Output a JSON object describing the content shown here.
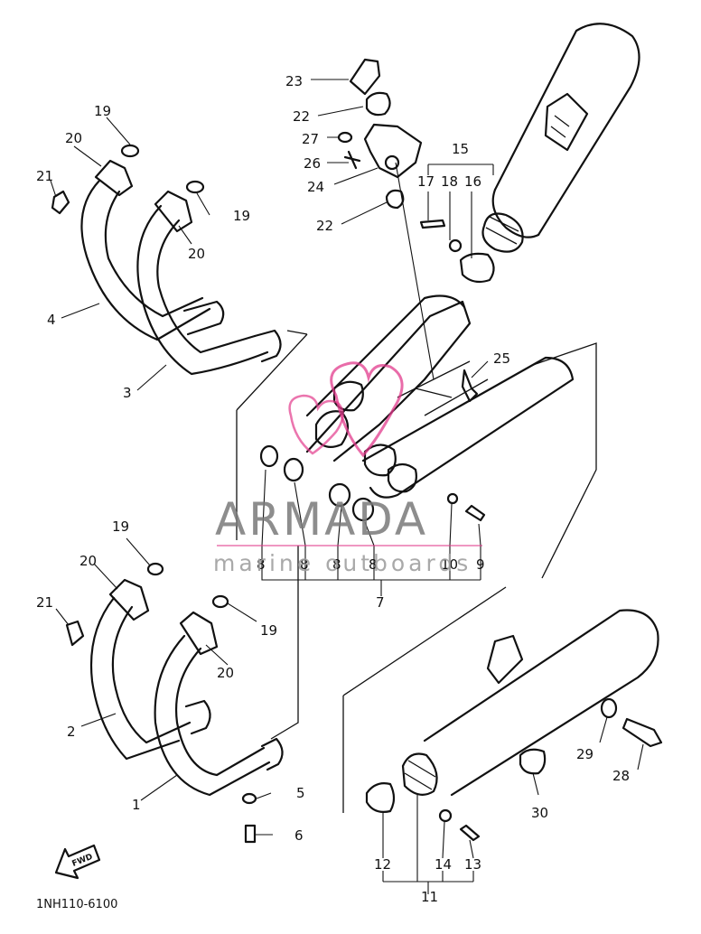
{
  "diagram": {
    "callouts": {
      "c23": "23",
      "c22a": "22",
      "c27": "27",
      "c26": "26",
      "c24": "24",
      "c22b": "22",
      "c15": "15",
      "c17": "17",
      "c18": "18",
      "c16": "16",
      "c19a": "19",
      "c20a": "20",
      "c21a": "21",
      "c19b": "19",
      "c20b": "20",
      "c4": "4",
      "c3": "3",
      "c25": "25",
      "c8a": "8",
      "c8b": "8",
      "c8c": "8",
      "c8d": "8",
      "c10": "10",
      "c9": "9",
      "c7": "7",
      "c19c": "19",
      "c20c": "20",
      "c21b": "21",
      "c19d": "19",
      "c20d": "20",
      "c2": "2",
      "c1": "1",
      "c5": "5",
      "c6": "6",
      "c29": "29",
      "c28": "28",
      "c30": "30",
      "c12": "12",
      "c14": "14",
      "c13": "13",
      "c11": "11"
    },
    "watermark": {
      "brand": "ARMADA",
      "tagline": "marine outboards",
      "accent_color": "#e23b8c"
    },
    "fwd_label": "FWD",
    "drawing_code": "1NH110-6100"
  }
}
